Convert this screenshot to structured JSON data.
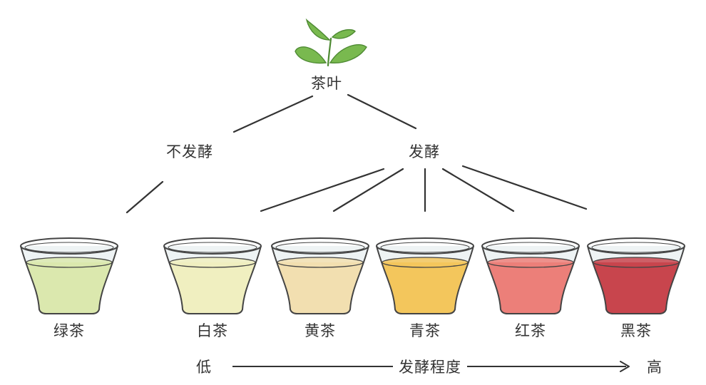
{
  "root": {
    "label": "茶叶",
    "icon": "tea-leaf-icon",
    "leaf_color": "#79b94f"
  },
  "branches": [
    {
      "label": "不发酵"
    },
    {
      "label": "发酵"
    }
  ],
  "teas": [
    {
      "label": "绿茶",
      "color": "#dbe8ae"
    },
    {
      "label": "白茶",
      "color": "#f0efc0"
    },
    {
      "label": "黄茶",
      "color": "#f2dfb0"
    },
    {
      "label": "青茶",
      "color": "#f3c65c"
    },
    {
      "label": "红茶",
      "color": "#ec7f79"
    },
    {
      "label": "黑茶",
      "color": "#c8454d"
    }
  ],
  "scale": {
    "low": "低",
    "title": "发酵程度",
    "high": "高"
  },
  "colors": {
    "line": "#333333",
    "cup_outline": "#444444"
  }
}
